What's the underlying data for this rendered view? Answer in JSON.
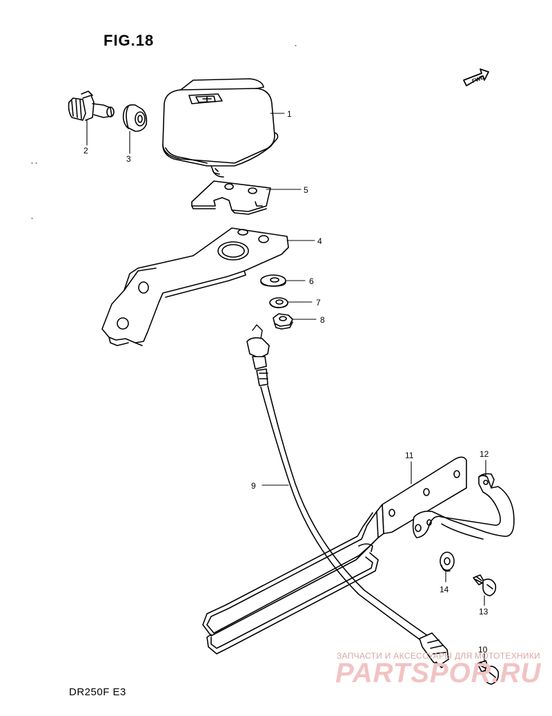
{
  "figure": {
    "title": "FIG.18",
    "model_code": "DR250F  E3",
    "fwd_label": "FWD"
  },
  "callouts": [
    {
      "id": "1",
      "label": "1"
    },
    {
      "id": "2",
      "label": "2"
    },
    {
      "id": "3",
      "label": "3"
    },
    {
      "id": "4",
      "label": "4"
    },
    {
      "id": "5",
      "label": "5"
    },
    {
      "id": "6",
      "label": "6"
    },
    {
      "id": "7",
      "label": "7"
    },
    {
      "id": "8",
      "label": "8"
    },
    {
      "id": "9",
      "label": "9"
    },
    {
      "id": "10",
      "label": "10"
    },
    {
      "id": "11",
      "label": "11"
    },
    {
      "id": "12",
      "label": "12"
    },
    {
      "id": "13",
      "label": "13"
    },
    {
      "id": "14",
      "label": "14"
    }
  ],
  "watermark": {
    "subtitle": "ЗАПЧАСТИ И АКСЕССУАРЫ ДЛЯ МОТОТЕХНИКИ",
    "brand": "PARTSPOR.RU"
  }
}
